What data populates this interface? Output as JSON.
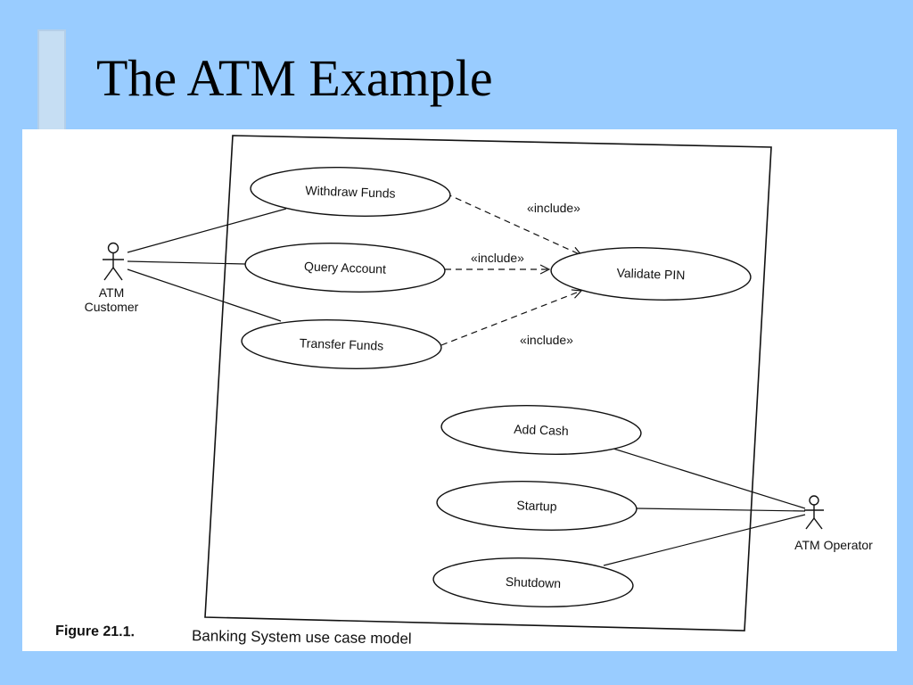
{
  "slide": {
    "title": "The ATM Example"
  },
  "diagram": {
    "actors": {
      "customer": {
        "line1": "ATM",
        "line2": "Customer"
      },
      "operator": {
        "name": "ATM Operator"
      }
    },
    "use_cases": {
      "withdraw_funds": "Withdraw Funds",
      "query_account": "Query Account",
      "transfer_funds": "Transfer Funds",
      "validate_pin": "Validate PIN",
      "add_cash": "Add Cash",
      "startup": "Startup",
      "shutdown": "Shutdown"
    },
    "relationships": {
      "include_withdraw": "«include»",
      "include_query": "«include»",
      "include_transfer": "«include»"
    },
    "caption": {
      "label": "Figure 21.1.",
      "text": "Banking System use case model"
    }
  }
}
